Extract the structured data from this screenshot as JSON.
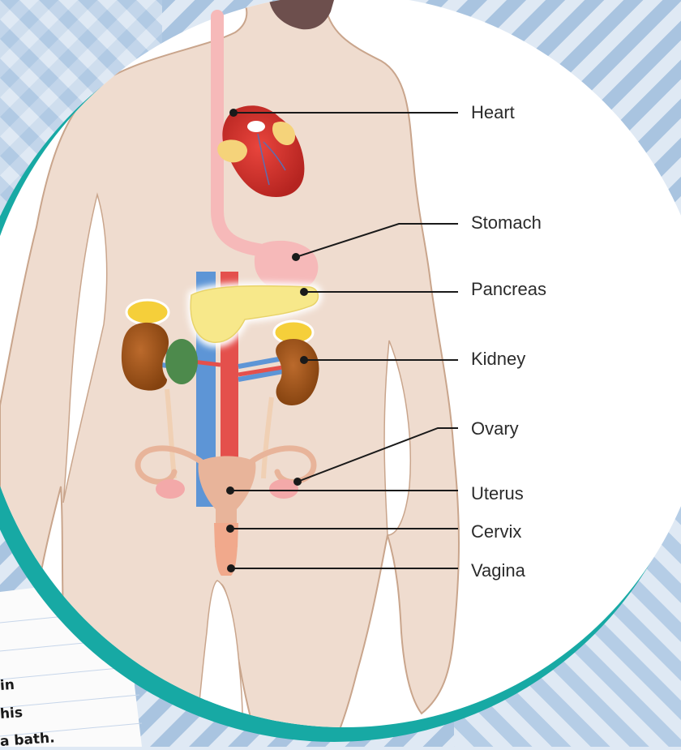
{
  "colors": {
    "background_stripe_light": "#dfe9f4",
    "background_stripe_dark": "#a9c4e0",
    "circle_fill": "#ffffff",
    "circle_rim": "#17a9a4",
    "skin": "#efdccf",
    "skin_outline": "#c9a58c",
    "heart": "#d8322c",
    "stomach": "#f6b9b9",
    "pancreas": "#f7e88a",
    "kidney": "#a4591f",
    "adrenal": "#f5cf3a",
    "uterus": "#e8b49a",
    "ovary": "#f3a9a9",
    "artery": "#e4504c",
    "vein": "#5d95d6",
    "leader_line": "#1a1a1a"
  },
  "labels": {
    "heart": "Heart",
    "stomach": "Stomach",
    "pancreas": "Pancreas",
    "kidney": "Kidney",
    "ovary": "Ovary",
    "uterus": "Uterus",
    "cervix": "Cervix",
    "vagina": "Vagina"
  },
  "notebook_fragments": [
    "in",
    "his",
    "a bath."
  ]
}
